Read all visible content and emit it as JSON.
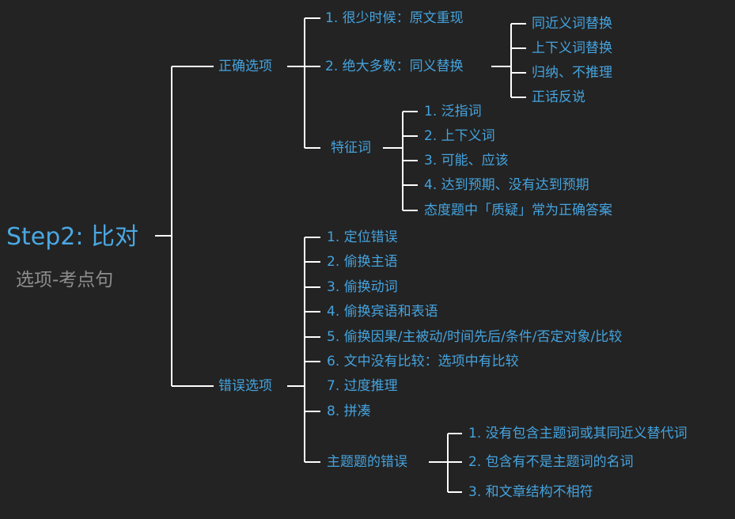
{
  "root": {
    "title": "Step2: 比对",
    "subtitle": "选项-考点句"
  },
  "branches": {
    "correct": {
      "label": "正确选项",
      "items": [
        "1. 很少时候：原文重现",
        "2. 绝大多数：同义替换",
        "特征词"
      ],
      "synonym_sub": [
        "同近义词替换",
        "上下义词替换",
        "归纳、不推理",
        "正话反说"
      ],
      "feature_sub": [
        "1. 泛指词",
        "2. 上下义词",
        "3. 可能、应该",
        "4. 达到预期、没有达到预期",
        "态度题中「质疑」常为正确答案"
      ]
    },
    "wrong": {
      "label": "错误选项",
      "items": [
        "1. 定位错误",
        "2. 偷换主语",
        "3. 偷换动词",
        "4. 偷换宾语和表语",
        "5. 偷换因果/主被动/时间先后/条件/否定对象/比较",
        "6. 文中没有比较：选项中有比较",
        "7. 过度推理",
        "8. 拼凑",
        "主题题的错误"
      ],
      "theme_sub": [
        "1. 没有包含主题词或其同近义替代词",
        "2. 包含有不是主题词的名词",
        "3. 和文章结构不相符"
      ]
    }
  },
  "colors": {
    "background": "#232323",
    "label": "#45a3de",
    "root_title": "#4aa8e3",
    "root_subtitle": "#8d8d8d",
    "connector": "#ffffff"
  }
}
